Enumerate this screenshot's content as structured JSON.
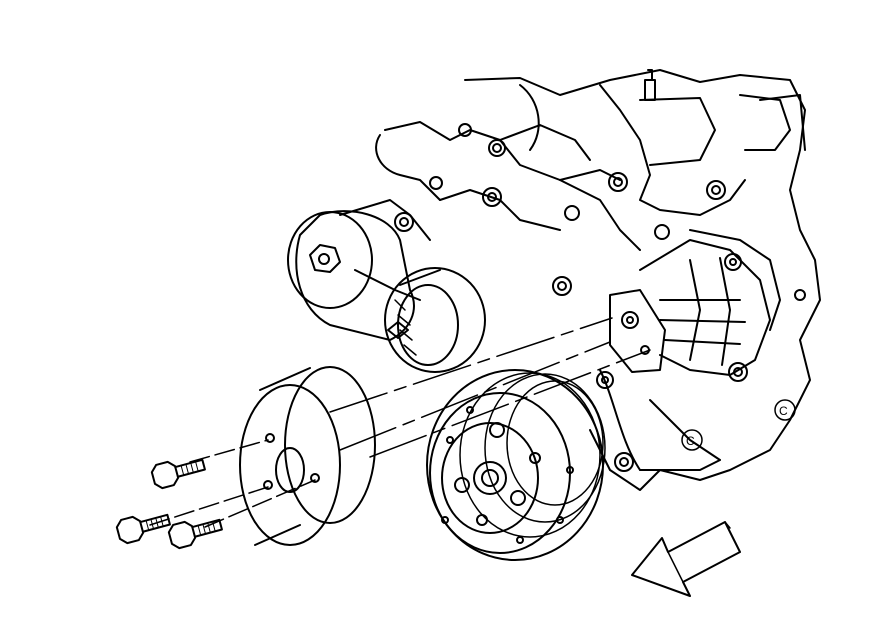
{
  "diagram": {
    "kind": "engine front accessory drive exploded view",
    "stroke_color": "#000000",
    "background_color": "#ffffff",
    "callout_letter": "C",
    "components": [
      "engine-front-cover",
      "water-pump",
      "belt-tensioner",
      "idler-pulley",
      "crankshaft-balancer",
      "water-pump-pulley",
      "pulley-bolt"
    ],
    "indicator": "front-of-engine-arrow"
  }
}
